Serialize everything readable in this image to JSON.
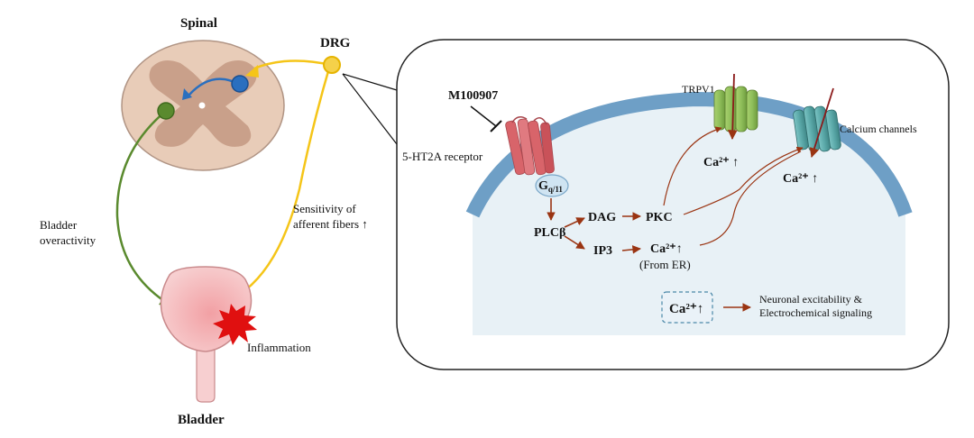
{
  "left": {
    "spinal_title": "Spinal",
    "drg_title": "DRG",
    "bladder_title": "Bladder",
    "overactivity_line1": "Bladder",
    "overactivity_line2": "overactivity",
    "sensitivity_line1": "Sensitivity of",
    "sensitivity_line2": "afferent fibers ↑",
    "inflammation": "Inflammation"
  },
  "panel": {
    "antagonist": "M100907",
    "receptor": "5-HT2A receptor",
    "gprotein_main": "G",
    "gprotein_sub": "q/11",
    "plcb": "PLCβ",
    "dag": "DAG",
    "pkc": "PKC",
    "ip3": "IP3",
    "ca_er": "Ca²⁺↑",
    "from_er": "(From ER)",
    "trpv1": "TRPV1",
    "ca_trpv1": "Ca²⁺ ↑",
    "calcium_channels": "Calcium channels",
    "ca_channels": "Ca²⁺ ↑",
    "ca_box": "Ca²⁺↑",
    "outcome_line1": "Neuronal excitability &",
    "outcome_line2": "Electrochemical signaling"
  },
  "colors": {
    "green_pathway": "#5a8a2e",
    "yellow_pathway": "#f5c518",
    "blue_neuron": "#2a6fbf",
    "arrow_brown": "#9a3412",
    "membrane": "#6e9fc6",
    "receptor_red": "#d8646a",
    "trpv1_green": "#8fbf5a",
    "channel_teal": "#5aa8a8",
    "inflammation_red": "#e01010"
  }
}
